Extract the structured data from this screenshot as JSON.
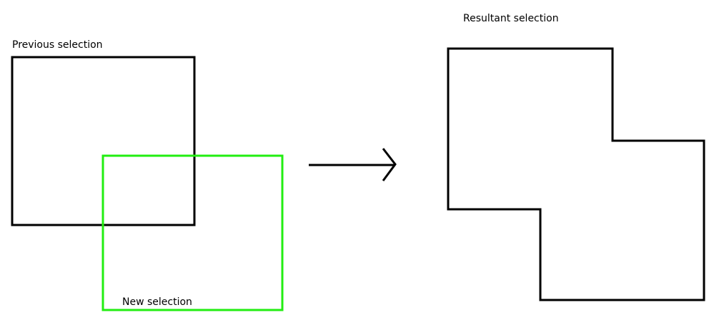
{
  "labels": {
    "previous": "Previous selection",
    "new": "New selection",
    "resultant": "Resultant selection"
  },
  "colors": {
    "previous_stroke": "#000000",
    "new_stroke": "#22ee11",
    "resultant_stroke": "#000000",
    "arrow": "#000000"
  }
}
